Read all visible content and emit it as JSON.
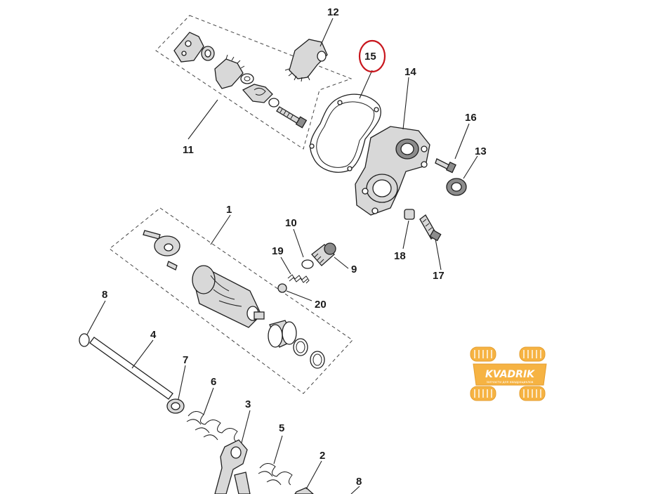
{
  "callouts": {
    "c1": "1",
    "c2": "2",
    "c3": "3",
    "c4": "4",
    "c5": "5",
    "c6": "6",
    "c7": "7",
    "c8a": "8",
    "c8b": "8",
    "c9": "9",
    "c10": "10",
    "c11": "11",
    "c12": "12",
    "c13": "13",
    "c14": "14",
    "c15": "15",
    "c16": "16",
    "c17": "17",
    "c18": "18",
    "c19": "19",
    "c20": "20"
  },
  "highlight": {
    "part": "15",
    "color": "#c8161d"
  },
  "watermark": {
    "brand": "KVADRIK",
    "tagline": "запчасти для квадроциклов",
    "color": "#f5a623"
  }
}
